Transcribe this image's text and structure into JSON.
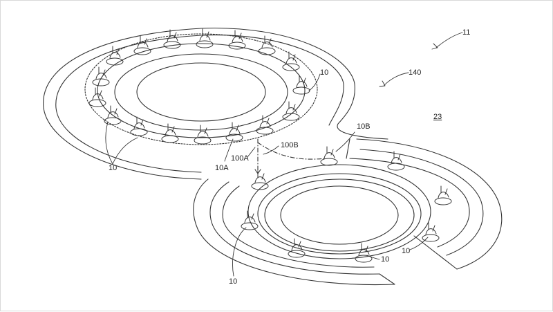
{
  "figure": {
    "labels": {
      "system": "11",
      "path_ref": "140",
      "platform": "23",
      "vehicle": "10",
      "vehicle_a": "10A",
      "path_a": "100A",
      "path_b": "100B",
      "vehicle_b": "10B"
    }
  }
}
